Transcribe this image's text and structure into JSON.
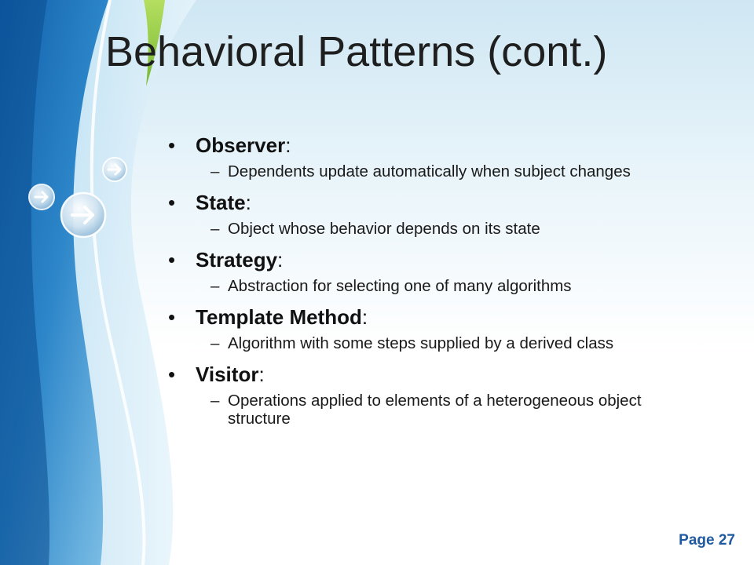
{
  "slide": {
    "title": "Behavioral Patterns (cont.)",
    "page_number": "Page 27",
    "items": [
      {
        "name": "Observer",
        "suffix": ":",
        "detail": "Dependents update automatically when subject changes"
      },
      {
        "name": "State",
        "suffix": ":",
        "detail": "Object whose behavior depends on its state"
      },
      {
        "name": "Strategy",
        "suffix": ":",
        "detail": "Abstraction for selecting one of many algorithms"
      },
      {
        "name": "Template Method",
        "suffix": ":",
        "detail": "Algorithm with some steps supplied by a derived class"
      },
      {
        "name": "Visitor",
        "suffix": ":",
        "detail": "Operations applied to elements of a heterogeneous object structure"
      }
    ],
    "bullet_symbol": "•",
    "sub_dash": "–"
  },
  "theme": {
    "accent_blue": "#2a7fc4",
    "accent_green": "#8ac640",
    "page_number_color": "#1f5aa0",
    "icons": [
      "arrow-circle-icon",
      "arrow-circle-icon",
      "arrow-circle-icon"
    ]
  }
}
